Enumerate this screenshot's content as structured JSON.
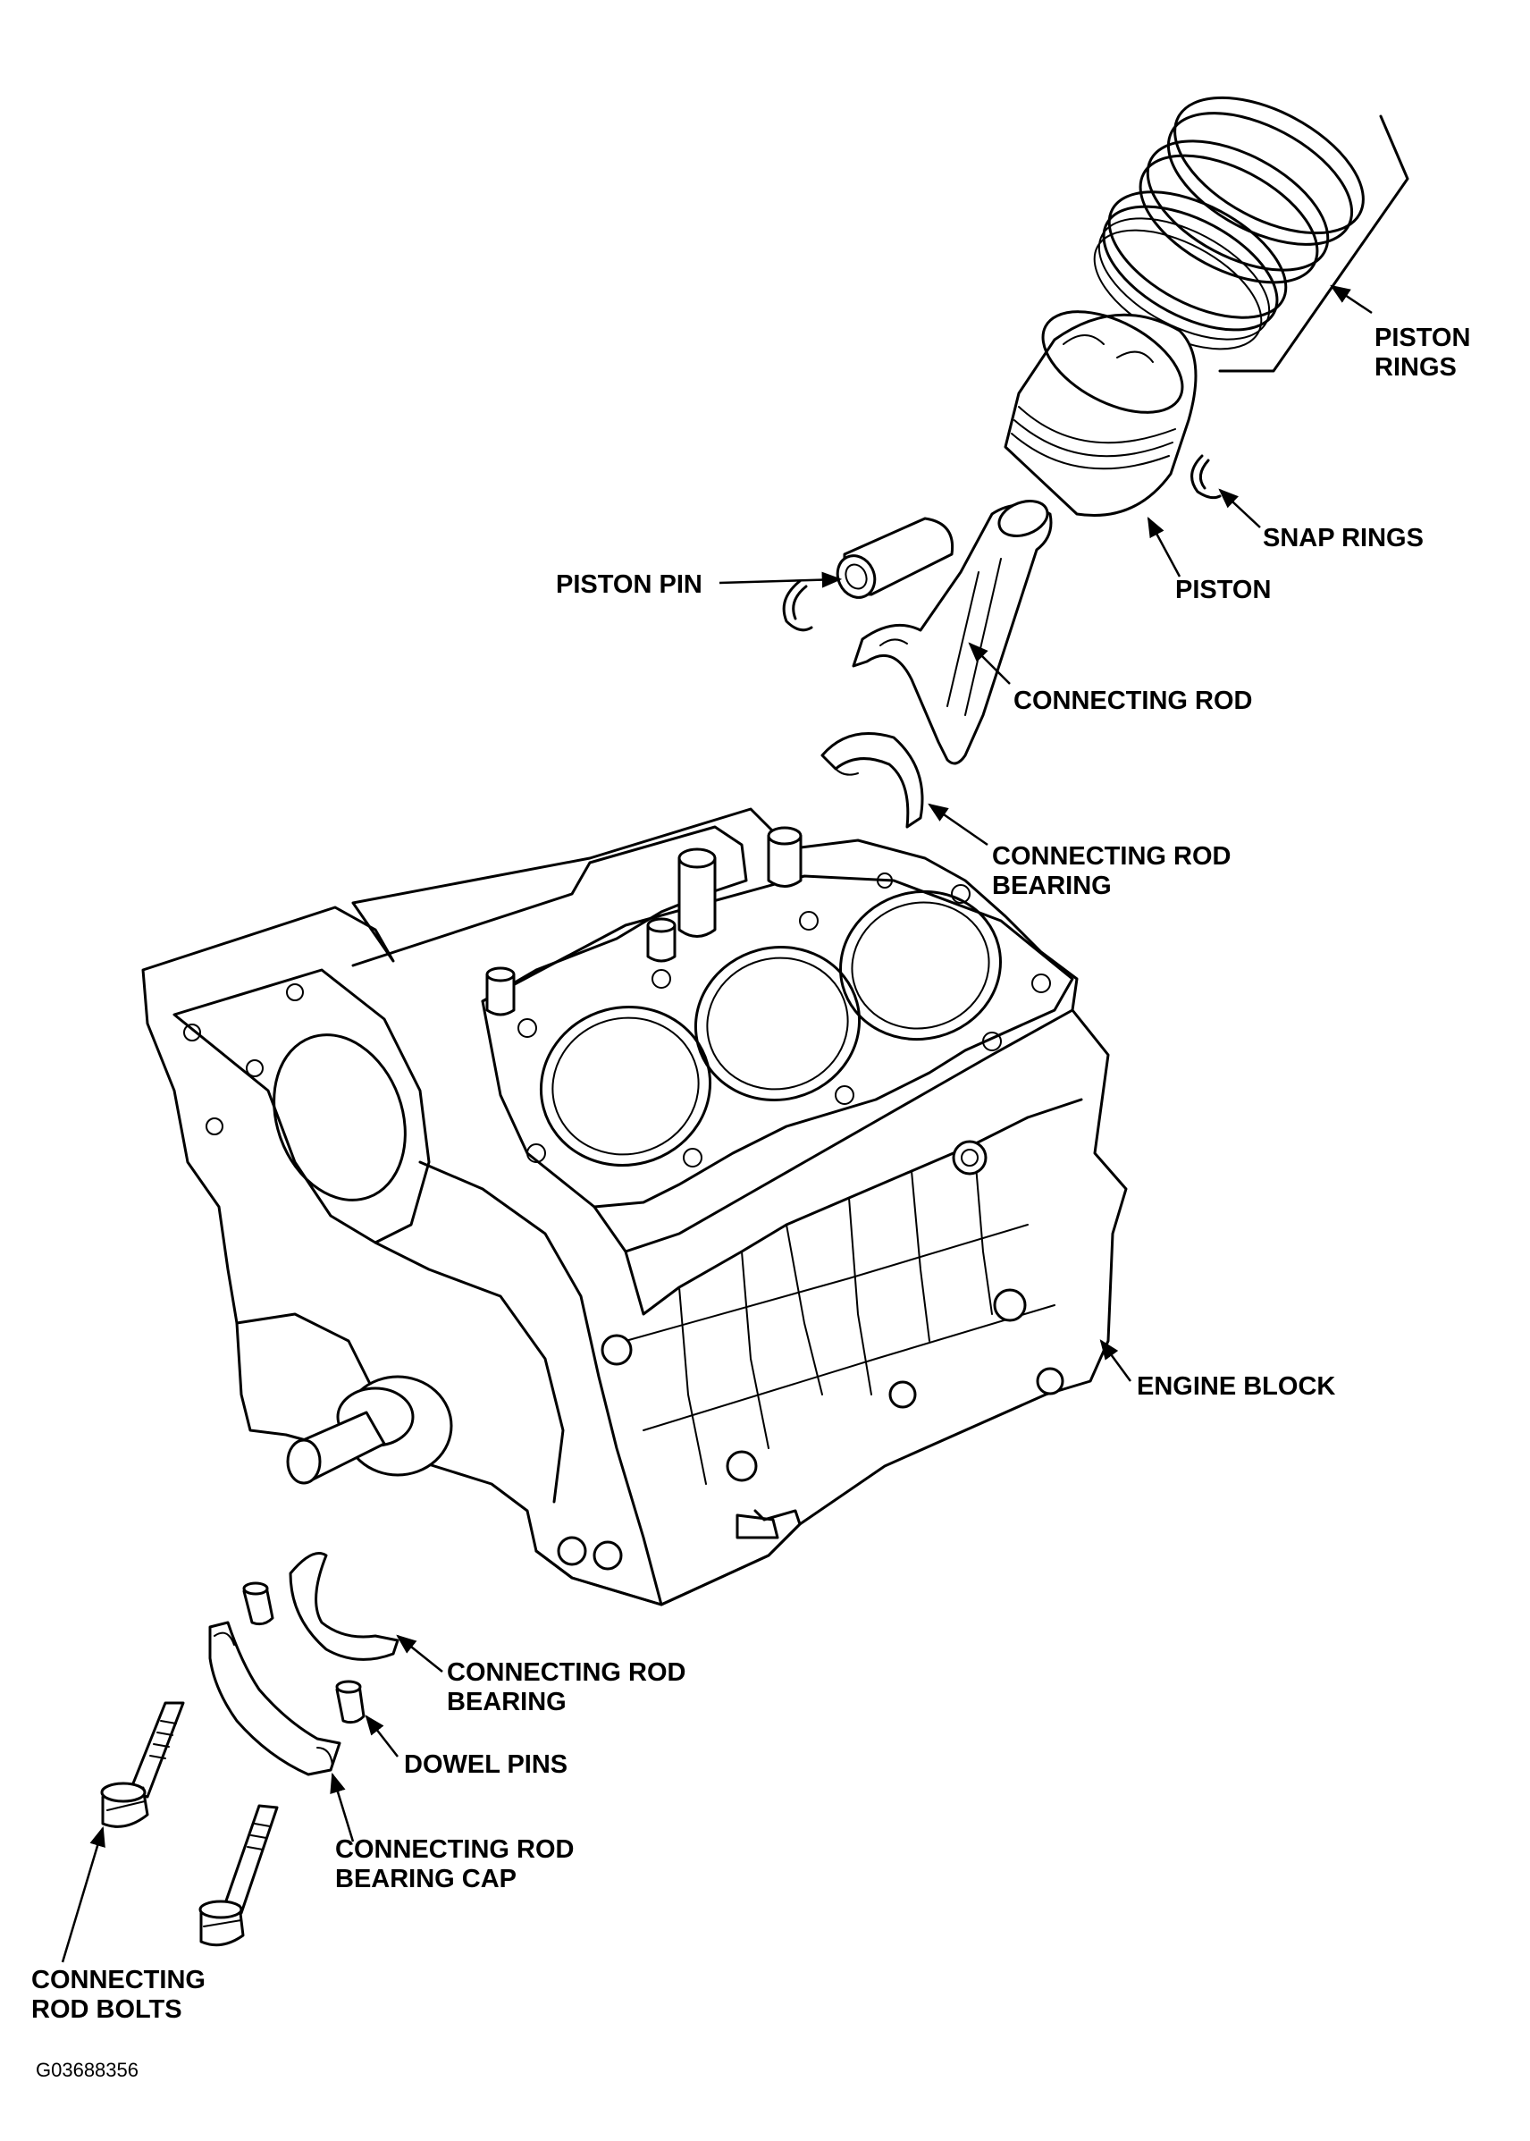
{
  "labels": {
    "piston_rings": [
      "PISTON",
      "RINGS"
    ],
    "snap_rings": "SNAP RINGS",
    "piston": "PISTON",
    "piston_pin": "PISTON PIN",
    "connecting_rod": "CONNECTING ROD",
    "connecting_rod_bearing_upper": [
      "CONNECTING ROD",
      "BEARING"
    ],
    "engine_block": "ENGINE BLOCK",
    "connecting_rod_bearing_lower": [
      "CONNECTING ROD",
      "BEARING"
    ],
    "dowel_pins": "DOWEL PINS",
    "connecting_rod_bearing_cap": [
      "CONNECTING ROD",
      "BEARING CAP"
    ],
    "connecting_rod_bolts": [
      "CONNECTING",
      "ROD BOLTS"
    ]
  },
  "figure_id": "G03688356"
}
